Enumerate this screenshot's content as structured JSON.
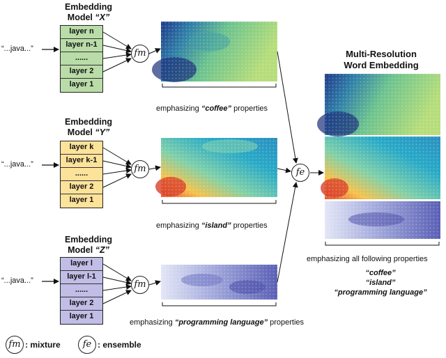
{
  "models": [
    {
      "title_prefix": "Embedding",
      "title_model": "Model",
      "title_name": "“X”",
      "input": "“...java...”",
      "layers": [
        "layer n",
        "layer n-1",
        "......",
        "layer 2",
        "layer 1"
      ],
      "color": "#b9dca8",
      "caption_pre": "emphasizing ",
      "caption_em": "“coffee”",
      "caption_post": " properties"
    },
    {
      "title_prefix": "Embedding",
      "title_model": "Model",
      "title_name": "“Y”",
      "input": "“...java...”",
      "layers": [
        "layer k",
        "layer k-1",
        "......",
        "layer 2",
        "layer 1"
      ],
      "color": "#fde29a",
      "caption_pre": "emphasizing ",
      "caption_em": "“island”",
      "caption_post": " properties"
    },
    {
      "title_prefix": "Embedding",
      "title_model": "Model",
      "title_name": "“Z”",
      "input": "“...java...”",
      "layers": [
        "layer l",
        "layer l-1",
        "......",
        "layer 2",
        "layer 1"
      ],
      "color": "#c0bde6",
      "caption_pre": "emphasizing ",
      "caption_em": "“programming language”",
      "caption_post": " properties"
    }
  ],
  "operators": {
    "mixture_symbol": "fm",
    "ensemble_symbol": "fe"
  },
  "result": {
    "title_line1": "Multi-Resolution",
    "title_line2": "Word Embedding",
    "caption": "emphasizing all following properties",
    "properties": [
      "“coffee”",
      "“island”",
      "“programming language”"
    ]
  },
  "legend": {
    "mixture_label": ": mixture",
    "ensemble_label": ": ensemble"
  }
}
